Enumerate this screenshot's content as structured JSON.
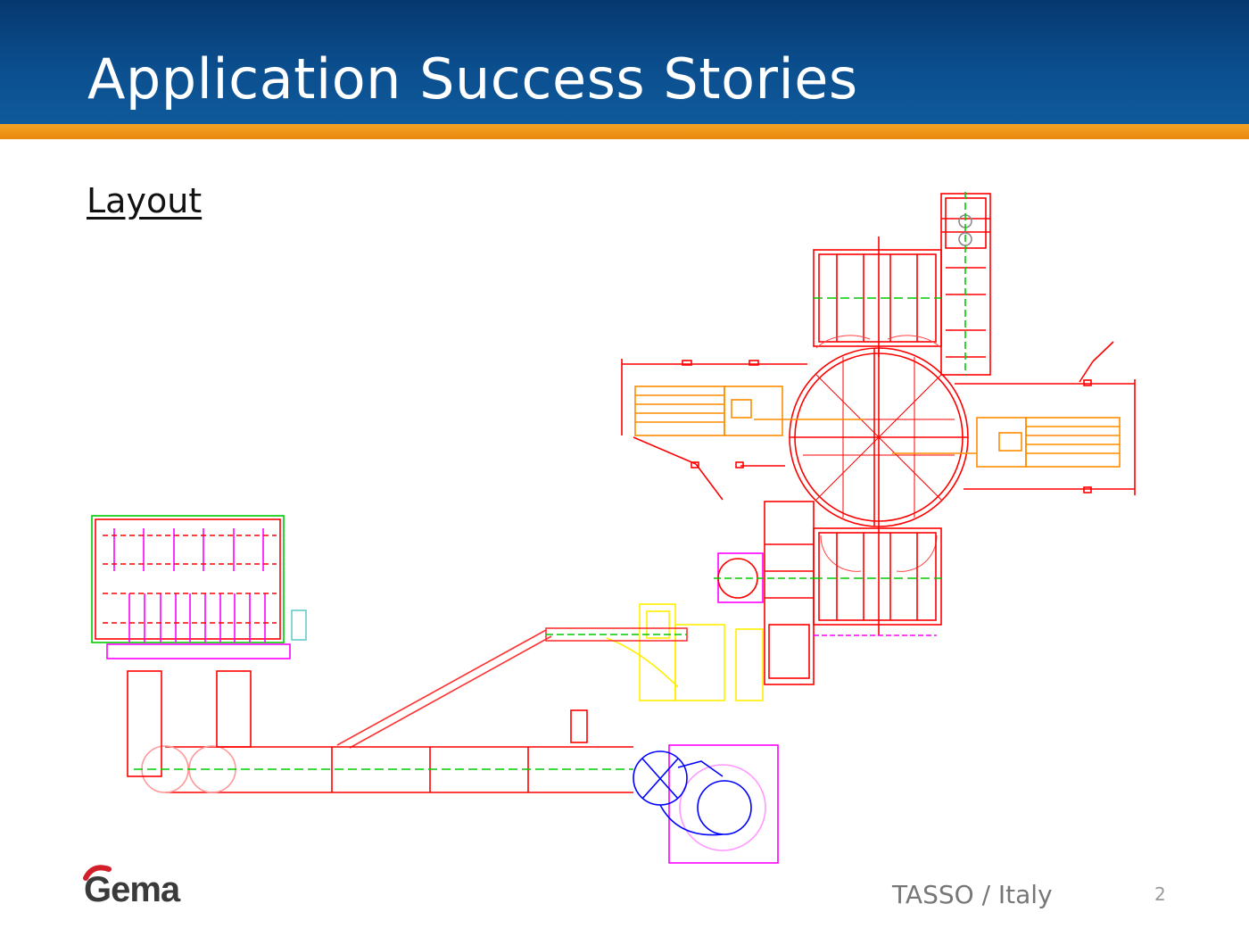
{
  "slide": {
    "title": "Application Success Stories",
    "subtitle": "Layout",
    "footer_text": "TASSO / Italy",
    "page_number": "2"
  },
  "logo": {
    "text": "Gema",
    "brand_color": "#d21f2a",
    "text_color": "#3a3a3a"
  },
  "colors": {
    "header": "#0b4f8f",
    "band": "#ef9a1b",
    "drawing_primary": "#ff0000",
    "drawing_accent": "#ff8c00",
    "drawing_magenta": "#ff00ff",
    "drawing_yellow": "#ffff00",
    "drawing_green": "#00cc00",
    "drawing_blue": "#0000ff"
  },
  "drawing": {
    "description_icon": "cad-plant-layout"
  }
}
